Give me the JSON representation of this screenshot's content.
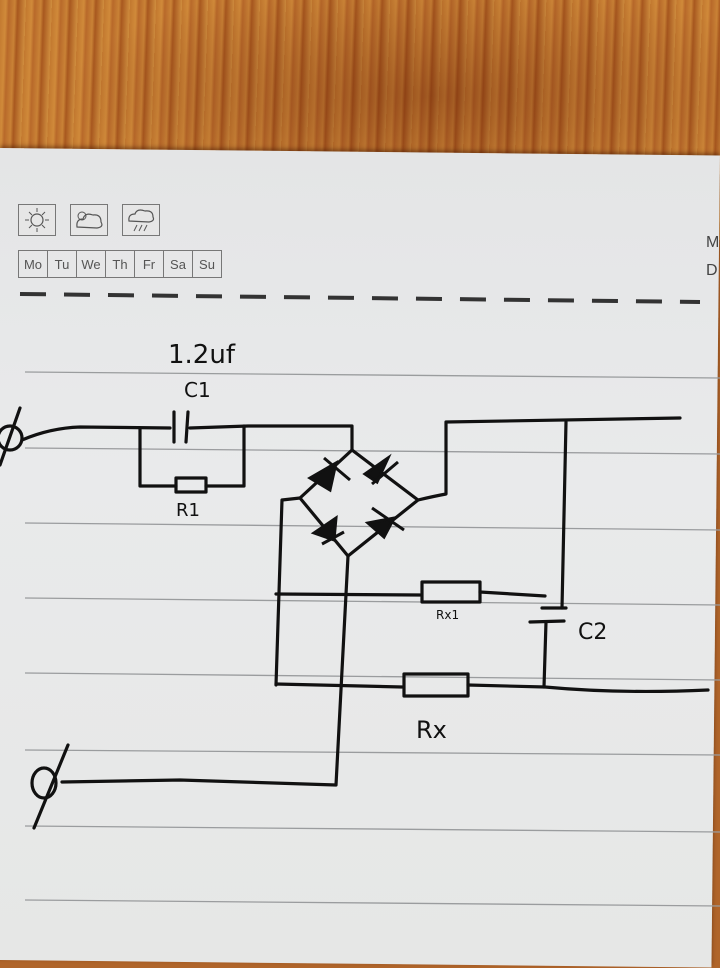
{
  "scene": {
    "description": "Photo of a hand-drawn circuit on a lined notebook page lying on a wooden table"
  },
  "notebook_header": {
    "weather_icons": [
      "sun-icon",
      "cloud-icon",
      "rain-cloud-icon"
    ],
    "days": [
      "Mo",
      "Tu",
      "We",
      "Th",
      "Fr",
      "Sa",
      "Su"
    ],
    "right_labels": [
      "M",
      "D"
    ]
  },
  "circuit": {
    "capacitor_c1": {
      "label": "C1",
      "value": "1.2uf",
      "value_note": "1.2uf ."
    },
    "resistor_r1": {
      "label": "R1"
    },
    "bridge_rectifier": {
      "diodes": 4
    },
    "resistor_rx1": {
      "label": "Rx1"
    },
    "capacitor_c2": {
      "label": "C2"
    },
    "resistor_rx": {
      "label": "Rx"
    },
    "terminals": [
      "ac-input-top",
      "ac-input-bottom"
    ]
  },
  "colors": {
    "ink": "#111111",
    "paper": "#e6e7e8",
    "rule_line": "#9a9c9e",
    "wood": "#c07a32"
  }
}
